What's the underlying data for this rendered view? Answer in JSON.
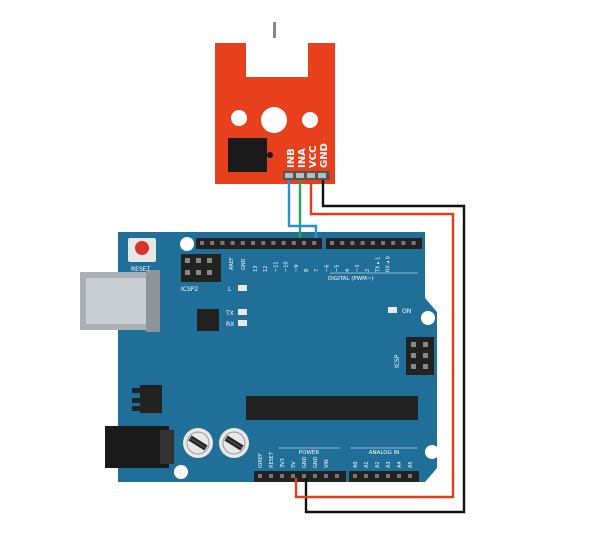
{
  "module": {
    "pins": [
      "INB",
      "INA",
      "VCC",
      "GND"
    ],
    "colors": {
      "board": "#e8401c",
      "dark": "#1a1a1a",
      "white": "#ffffff"
    }
  },
  "arduino": {
    "reset_label": "RESET",
    "icsp2_label": "ICSP2",
    "icsp_label": "ICSP",
    "aref_label": "AREF",
    "gnd_top_label": "GND",
    "digital_pin_labels": [
      "13",
      "12",
      "~11",
      "~10",
      "~9",
      "8",
      "7",
      "~6",
      "~5",
      "4",
      "~3",
      "2",
      "TX ▸ 1",
      "RX ◂ 0"
    ],
    "digital_label": "DIGITAL (PWM~)",
    "led_l": "L",
    "led_tx": "TX",
    "led_rx": "RX",
    "led_on": "ON",
    "power_label": "POWER",
    "analog_label": "ANALOG IN",
    "power_pin_labels": [
      "IOREF",
      "RESET",
      "3V3",
      "5V",
      "GND",
      "GND",
      "VIN"
    ],
    "analog_pin_labels": [
      "A0",
      "A1",
      "A2",
      "A3",
      "A4",
      "A5"
    ],
    "colors": {
      "board": "#1f6f98",
      "header": "#222222",
      "silk": "#ffffff"
    }
  },
  "wires": {
    "colors": {
      "black": "#111111",
      "red": "#e23c1c",
      "green": "#25a35a",
      "blue": "#2a8fd6"
    }
  }
}
